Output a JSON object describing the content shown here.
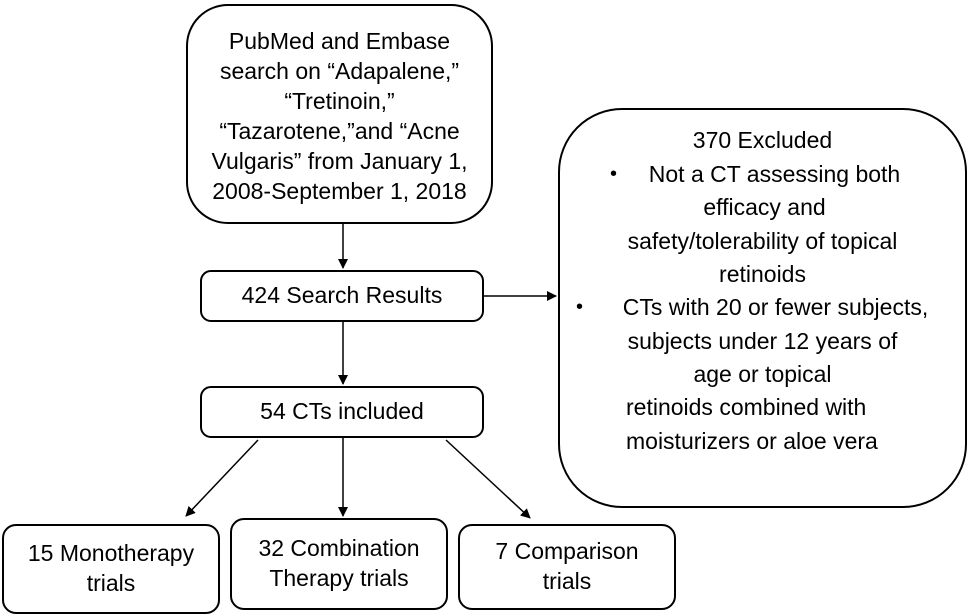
{
  "diagram": {
    "search_box": {
      "lines": [
        "PubMed and Embase",
        "search on “Adapalene,”",
        "“Tretinoin,”",
        "“Tazarotene,”and “Acne",
        "Vulgaris” from January 1,",
        "2008-September 1, 2018"
      ]
    },
    "results_box": {
      "label": "424 Search Results"
    },
    "included_box": {
      "label": "54 CTs included"
    },
    "excluded_box": {
      "title": "370 Excluded",
      "bullet_symbol": "•",
      "items": [
        {
          "lines": [
            "Not a CT assessing both",
            "efficacy and",
            "safety/tolerability of topical",
            "retinoids"
          ]
        },
        {
          "lines": [
            "CTs with 20 or fewer subjects,",
            "subjects under 12 years of",
            "age or topical",
            "retinoids combined with",
            "moisturizers or aloe vera"
          ]
        }
      ]
    },
    "outcomes": [
      {
        "lines": [
          "15 Monotherapy",
          "trials"
        ]
      },
      {
        "lines": [
          "32 Combination",
          "Therapy trials"
        ]
      },
      {
        "lines": [
          "7 Comparison",
          "trials"
        ]
      }
    ]
  }
}
